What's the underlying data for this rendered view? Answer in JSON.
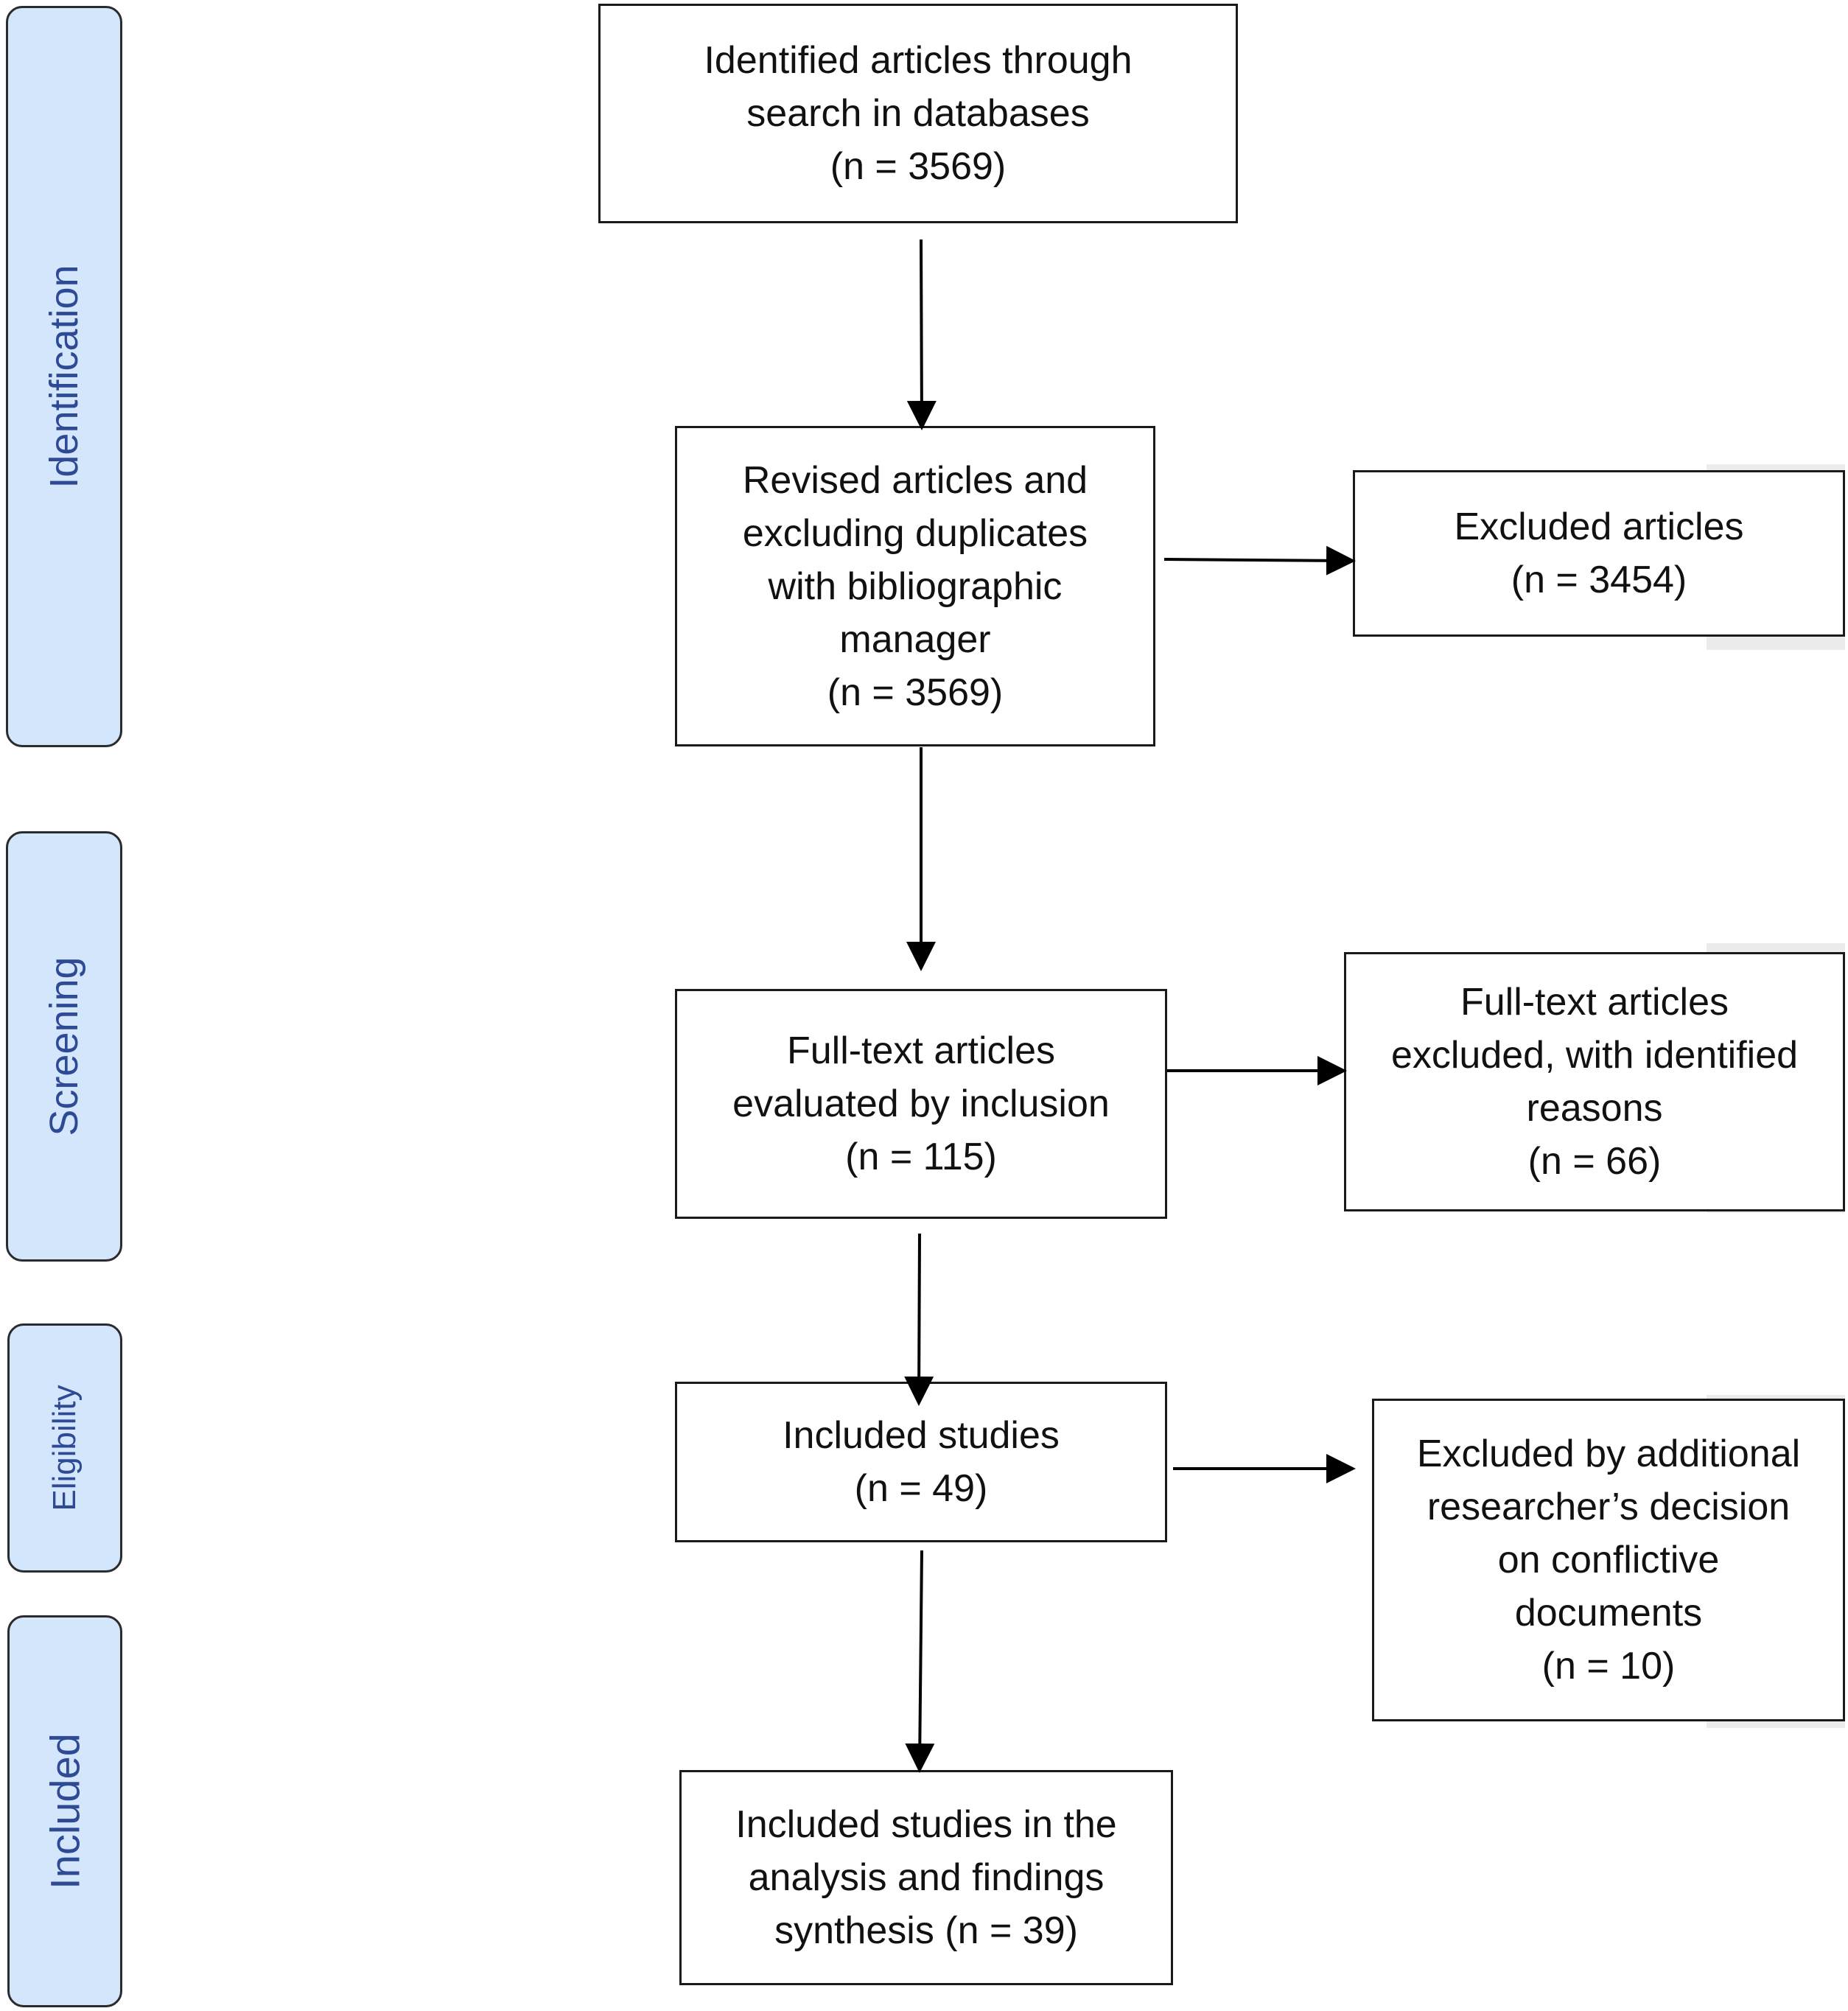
{
  "phases": {
    "identification": "Identification",
    "screening": "Screening",
    "eligibility": "Eligibility",
    "included": "Included"
  },
  "boxes": {
    "identified": {
      "line1": "Identified articles through",
      "line2": "search in databases",
      "count": "(n = 3569)"
    },
    "revised": {
      "line1": "Revised articles and",
      "line2": "excluding duplicates",
      "line3": "with bibliographic",
      "line4": "manager",
      "count": "(n = 3569)"
    },
    "excluded_articles": {
      "line1": "Excluded articles",
      "count": "(n = 3454)"
    },
    "fulltext_evaluated": {
      "line1": "Full-text articles",
      "line2": "evaluated by inclusion",
      "count": "(n = 115)"
    },
    "fulltext_excluded": {
      "line1": "Full-text articles",
      "line2": "excluded, with identified",
      "line3": "reasons",
      "count": "(n = 66)"
    },
    "included_studies": {
      "line1": "Included studies",
      "count": "(n = 49)"
    },
    "excluded_additional": {
      "line1": "Excluded by additional",
      "line2": "researcher’s decision",
      "line3": "on conflictive",
      "line4": "documents",
      "count": "(n = 10)"
    },
    "final_included": {
      "line1": "Included studies in the",
      "line2": "analysis and findings",
      "line3": "synthesis (n = 39)"
    }
  }
}
